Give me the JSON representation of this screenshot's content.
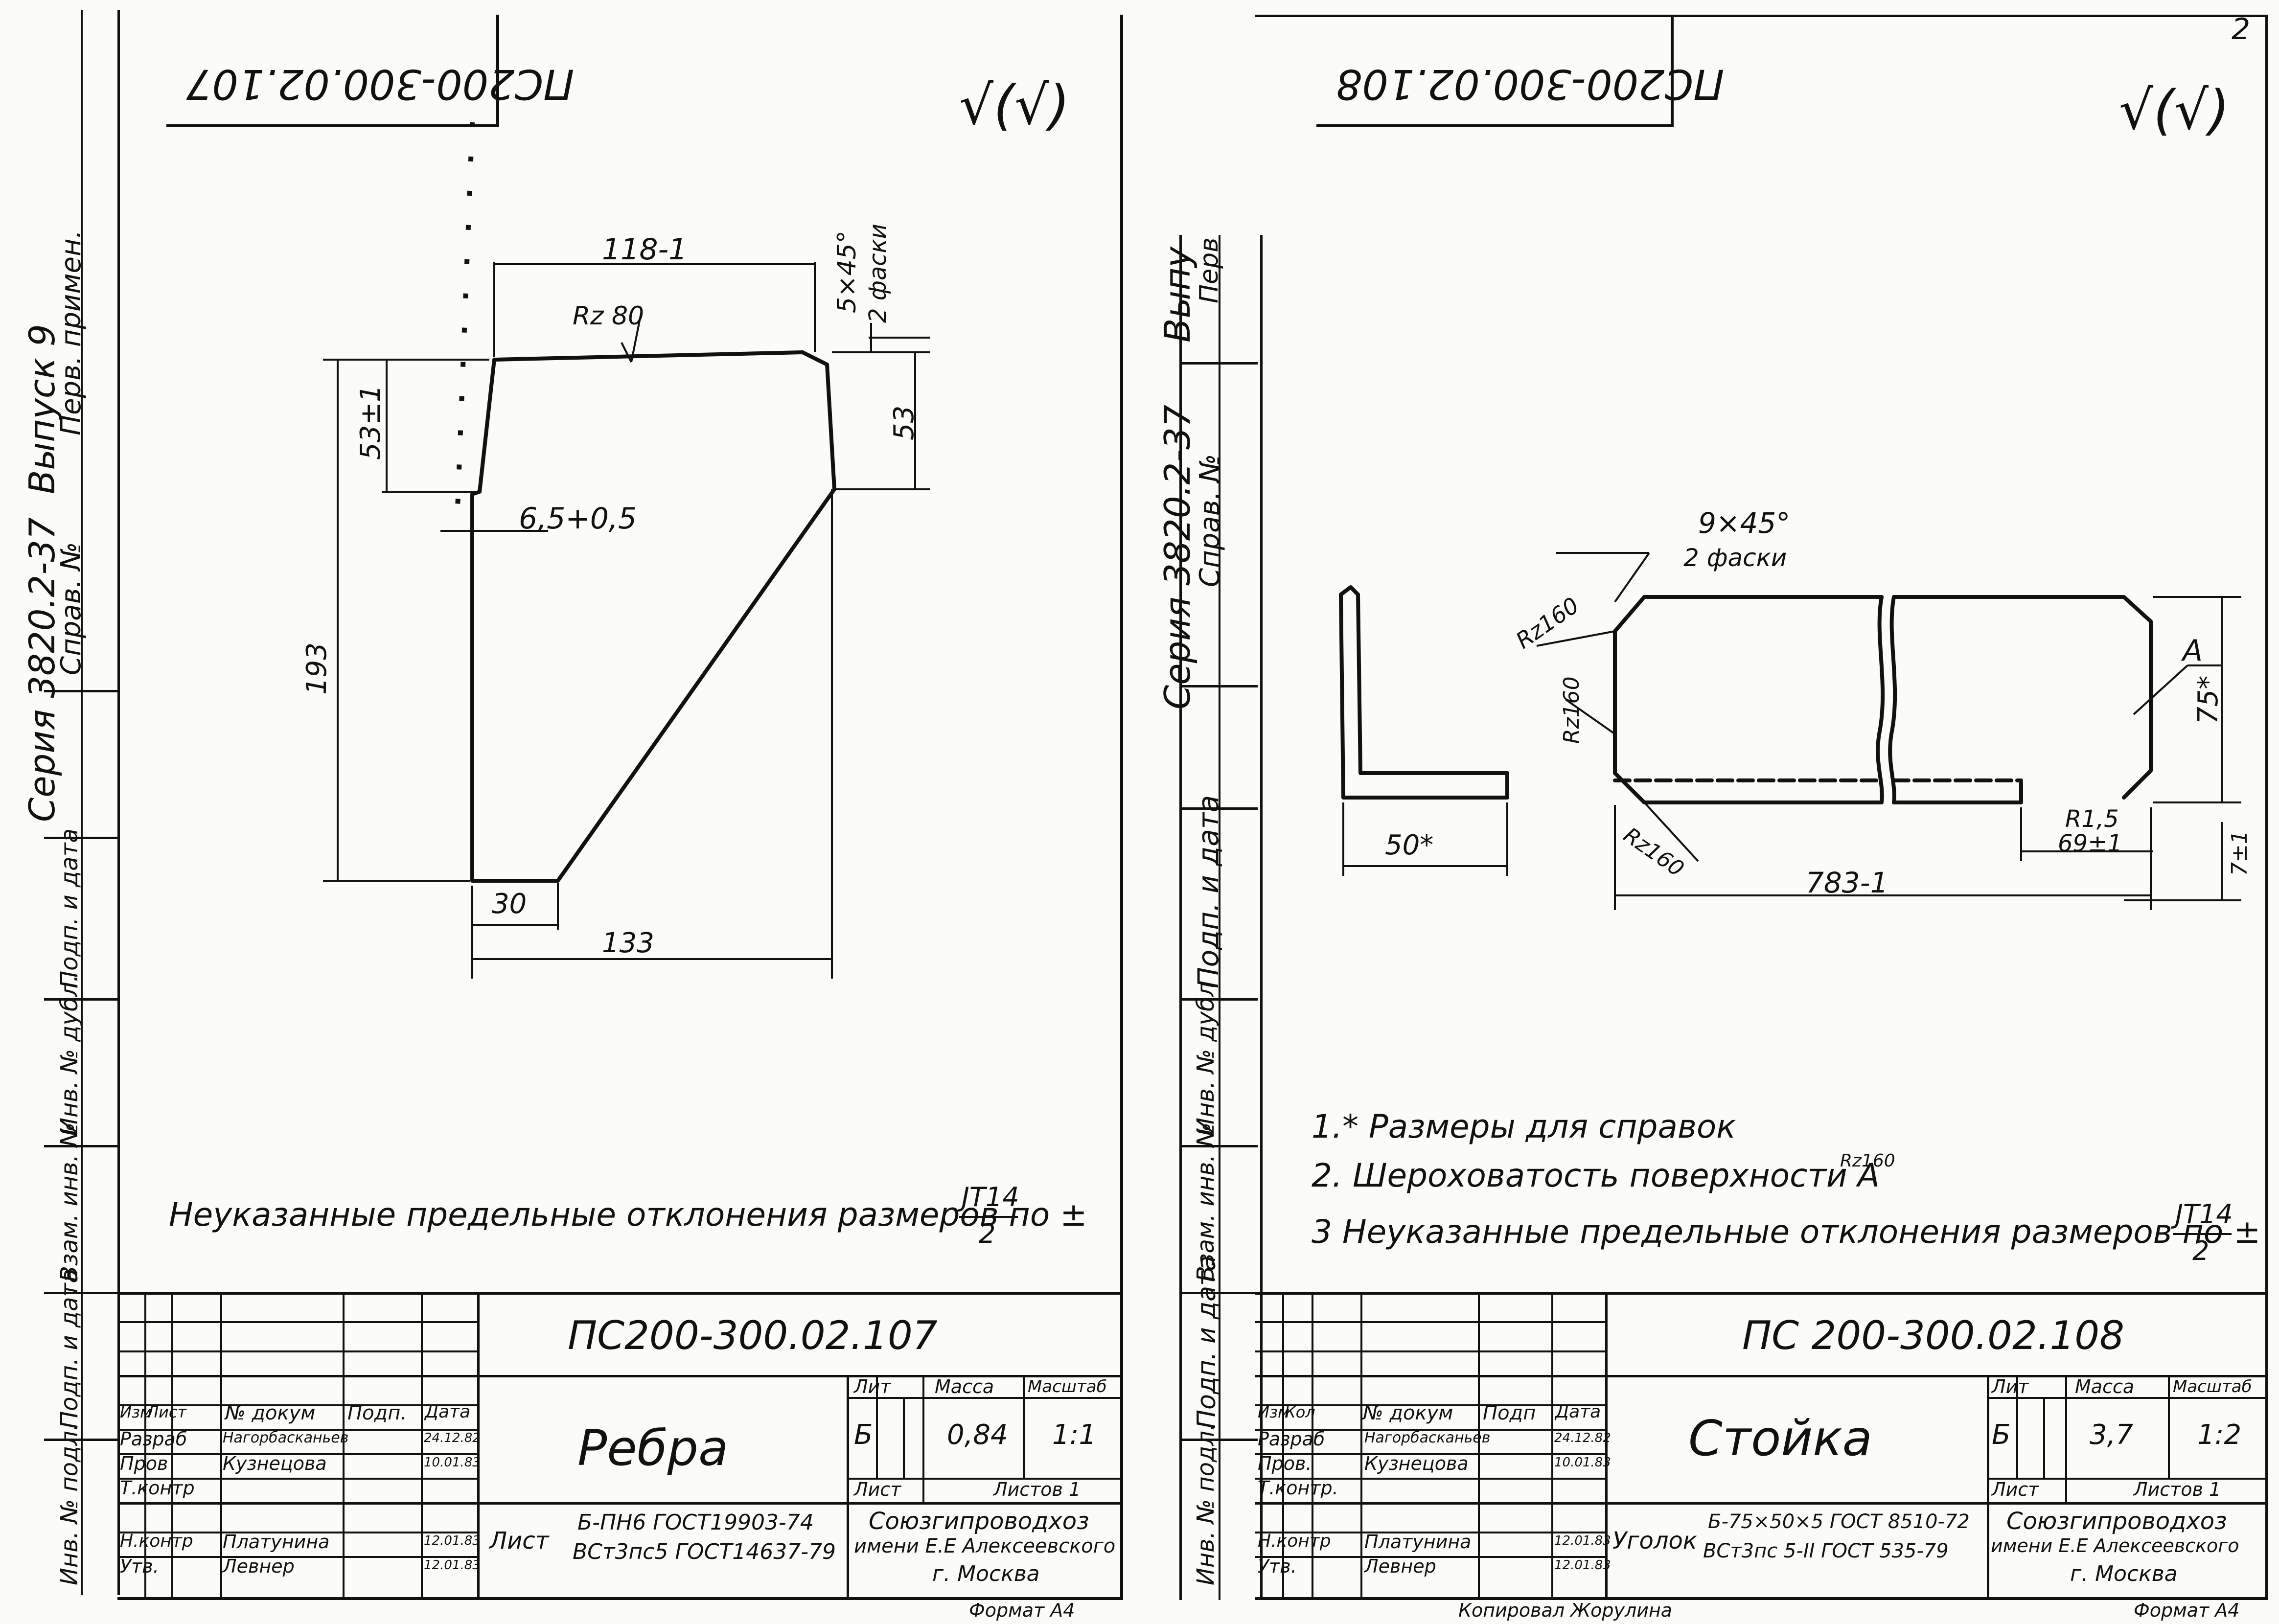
{
  "left_sheet": {
    "side_labels": {
      "series": "Серия 3820.2-37",
      "issue": "Выпуск 9",
      "ref_no": "Справ. №",
      "first_use": "Перв. примен.",
      "sign_date_1": "Подп. и дата",
      "inv_dubl": "Инв. № дубл.",
      "vzam_inv": "Взам. инв. №",
      "sign_date_2": "Подп. и дата",
      "inv_orig": "Инв. № подл."
    },
    "mirrored_code": "ПС200-300.02.107",
    "roughness_mark": "√(√)",
    "dims": {
      "top_width": "118-1",
      "chamfer": "5×45°",
      "chamfer_note": "2 фаски",
      "roughness": "Rz 80",
      "left_height": "53±1",
      "right_height": "53",
      "thickness": "6,5+0,5",
      "total_height": "193",
      "bottom_flat": "30",
      "total_width": "133"
    },
    "note": "Неуказанные предельные отклонения размеров по ±",
    "note_fraction_num": "JT14",
    "note_fraction_den": "2",
    "title_block": {
      "doc_code": "ПС200-300.02.107",
      "part_name": "Ребра",
      "headers": [
        "Изм",
        "Лист",
        "№ докум",
        "Подп.",
        "Дата"
      ],
      "rows": [
        {
          "role": "Разраб",
          "name": "Нагорбасканьев",
          "sign": "",
          "date": "24.12.82"
        },
        {
          "role": "Пров",
          "name": "Кузнецова",
          "sign": "",
          "date": "10.01.83"
        },
        {
          "role": "Т.контр",
          "name": "",
          "sign": "",
          "date": ""
        },
        {
          "role": "",
          "name": "",
          "sign": "",
          "date": ""
        },
        {
          "role": "Н.контр",
          "name": "Платунина",
          "sign": "",
          "date": "12.01.83"
        },
        {
          "role": "Утв.",
          "name": "Левнер",
          "sign": "",
          "date": "12.01.83"
        }
      ],
      "lit_label": "Лит",
      "mass_label": "Масса",
      "scale_label": "Масштаб",
      "lit_value": "Б",
      "mass_value": "0,84",
      "scale_value": "1:1",
      "sheet_label": "Лист",
      "sheets_label": "Листов 1",
      "material_prefix": "Лист",
      "material_line1": "Б-ПН6 ГОСТ19903-74",
      "material_line2": "ВСт3пс5 ГОСТ14637-79",
      "org_line1": "Союзгипроводхоз",
      "org_line2": "имени Е.Е Алексеевского",
      "org_line3": "г. Москва",
      "format": "Формат А4"
    }
  },
  "right_sheet": {
    "side_labels": {
      "series": "Серия 3820.2-37",
      "issue": "Выпу",
      "first_use": "Перв",
      "ref_no": "Справ. №",
      "sign_date_1": "Подп. и дата",
      "inv_dubl": "Инв. № дубл",
      "vzam_inv": "Взам. инв. №",
      "sign_date_2": "Подп. и дата",
      "inv_orig": "Инв. № подл."
    },
    "mirrored_code": "ПС200-300.02.108",
    "roughness_mark": "√(√)",
    "page_no": "2",
    "dims": {
      "chamfer": "9×45°",
      "chamfer_note": "2 фаски",
      "rz_top": "Rz160",
      "rz_mid": "Rz160",
      "rz_bottom": "Rz160",
      "section_width": "50*",
      "A": "А",
      "height": "75*",
      "radius": "R1,5",
      "hole_dist": "69±1",
      "small": "7±1",
      "length": "783-1"
    },
    "notes": [
      "1.* Размеры для справок",
      "2. Шероховатость поверхности А",
      "3 Неуказанные предельные отклонения размеров по ±"
    ],
    "note_rz": "Rz160",
    "note_fraction_num": "JT14",
    "note_fraction_den": "2",
    "title_block": {
      "doc_code": "ПС 200-300.02.108",
      "part_name": "Стойка",
      "headers": [
        "Изм",
        "Кол",
        "№ докум",
        "Подп",
        "Дата"
      ],
      "rows": [
        {
          "role": "Разраб",
          "name": "Нагорбасканьев",
          "sign": "",
          "date": "24.12.82"
        },
        {
          "role": "Пров.",
          "name": "Кузнецова",
          "sign": "",
          "date": "10.01.83"
        },
        {
          "role": "Т.контр.",
          "name": "",
          "sign": "",
          "date": ""
        },
        {
          "role": "",
          "name": "",
          "sign": "",
          "date": ""
        },
        {
          "role": "Н.контр",
          "name": "Платунина",
          "sign": "",
          "date": "12.01.83"
        },
        {
          "role": "Утв.",
          "name": "Левнер",
          "sign": "",
          "date": "12.01.83"
        }
      ],
      "lit_label": "Лит",
      "mass_label": "Масса",
      "scale_label": "Масштаб",
      "lit_value": "Б",
      "mass_value": "3,7",
      "scale_value": "1:2",
      "sheet_label": "Лист",
      "sheets_label": "Листов 1",
      "material_prefix": "Уголок",
      "material_line1": "Б-75×50×5 ГОСТ 8510-72",
      "material_line2": "ВСт3пс 5-II ГОСТ 535-79",
      "org_line1": "Союзгипроводхоз",
      "org_line2": "имени Е.Е Алексеевского",
      "org_line3": "г. Москва",
      "copied": "Копировал Жорулина",
      "format": "Формат А4"
    }
  }
}
